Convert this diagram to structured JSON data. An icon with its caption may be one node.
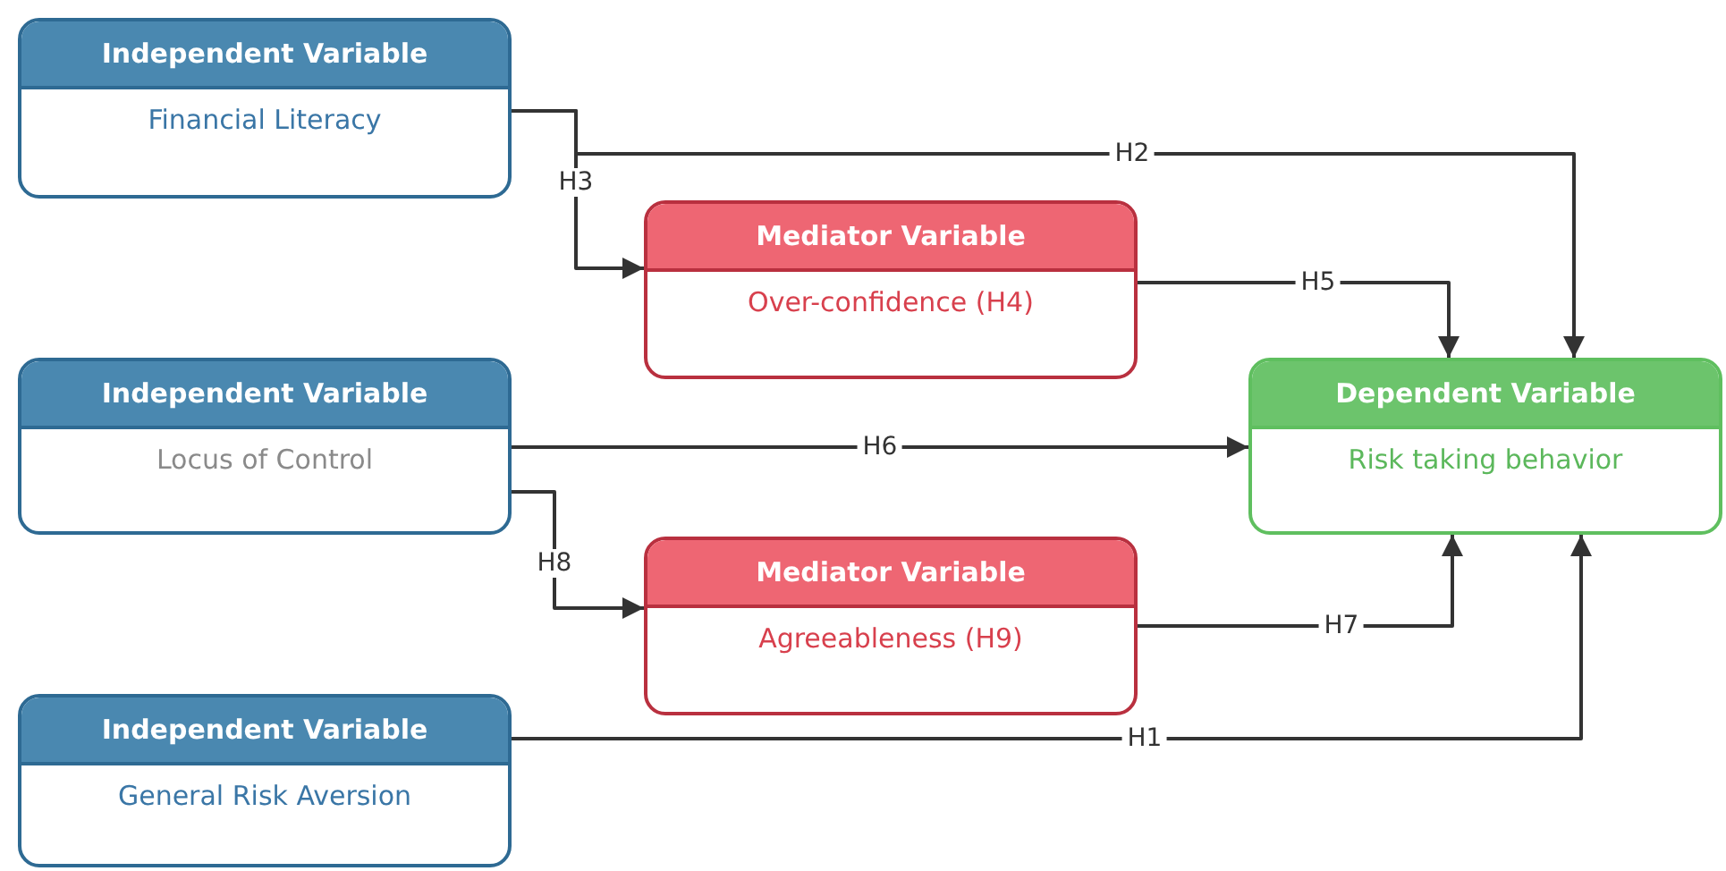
{
  "diagram": {
    "nodes": [
      {
        "text": [
          "Independent Variable",
          "Financial Literacy"
        ]
      },
      {
        "text": [
          "Mediator Variable",
          "Over-confidence (H4)"
        ]
      },
      {
        "text": [
          "Independent Variable",
          "Locus of Control"
        ]
      },
      {
        "text": [
          "Mediator Variable",
          "Agreeableness (H9)"
        ]
      },
      {
        "text": [
          "Independent Variable",
          "General Risk Aversion"
        ]
      },
      {
        "text": [
          "Dependent Variable",
          "Risk taking behavior"
        ]
      }
    ],
    "edges": [
      {
        "from": 0,
        "to": 1,
        "arrow": "to",
        "label": "H3"
      },
      {
        "from": 0,
        "to": 5,
        "arrow": "to",
        "label": "H2"
      },
      {
        "from": 1,
        "to": 5,
        "arrow": "to",
        "label": "H5"
      },
      {
        "from": 2,
        "to": 5,
        "arrow": "to",
        "label": "H6"
      },
      {
        "from": 2,
        "to": 3,
        "arrow": "to",
        "label": "H8"
      },
      {
        "from": 3,
        "to": 5,
        "arrow": "to",
        "label": "H7"
      },
      {
        "from": 4,
        "to": 5,
        "arrow": "to",
        "label": "H1"
      }
    ]
  }
}
